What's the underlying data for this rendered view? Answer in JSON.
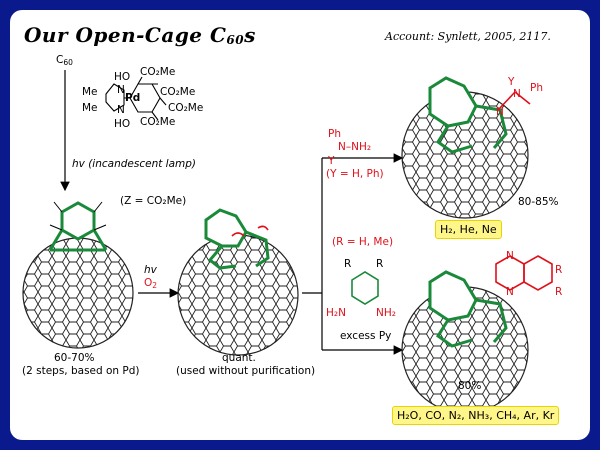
{
  "slide": {
    "title_main": "Our Open-Cage C",
    "title_sub": "60",
    "title_suffix": "s",
    "account": "Account: Synlett, 2005, 2117."
  },
  "labels": {
    "c60_main": "C",
    "c60_sub": "60",
    "ho_top": "HO",
    "n_top": "N",
    "me_top": "Me",
    "pd": "Pd",
    "n_bottom": "N",
    "me_bottom": "Me",
    "ho_bottom": "HO",
    "co2me_1": "CO₂Me",
    "co2me_2": "CO₂Me",
    "co2me_3": "CO₂Me",
    "co2me_4": "CO₂Me",
    "hv_lamp": "hv (incandescent lamp)",
    "z_def": "(Z = CO₂Me)",
    "yield_left": "60-70%",
    "yield_left_note": "(2 steps, based on Pd)",
    "hv_second": "hv",
    "o2_main": "O",
    "o2_sub": "2",
    "quant": "quant.",
    "quant_note": "(used without purification)",
    "hydrazine_ph": "Ph",
    "hydrazine_n": "N–NH₂",
    "hydrazine_y": "Y",
    "y_def": "(Y = H, Ph)",
    "r_def": "(R = H, Me)",
    "diamine_r1": "R",
    "diamine_r2": "R",
    "diamine_nh2_left": "H₂N",
    "diamine_nh2_right": "NH₂",
    "excess_py": "excess Py",
    "top_yield": "80-85%",
    "bottom_yield": "80%",
    "top_product_y": "Y",
    "top_product_n": "N",
    "top_product_ph": "Ph",
    "top_product_n2": "N",
    "bottom_product_n1": "N",
    "bottom_product_n2": "N",
    "bottom_product_r1": "R",
    "bottom_product_r2": "R"
  },
  "boxes": {
    "top_gases": "H₂, He, Ne",
    "bottom_gases": "H₂O, CO, N₂, NH₃, CH₄, Ar, Kr"
  },
  "colors": {
    "frame": "#0a1a8c",
    "green": "#1a8a3a",
    "red": "#e0101a",
    "highlight": "#fff68a"
  }
}
